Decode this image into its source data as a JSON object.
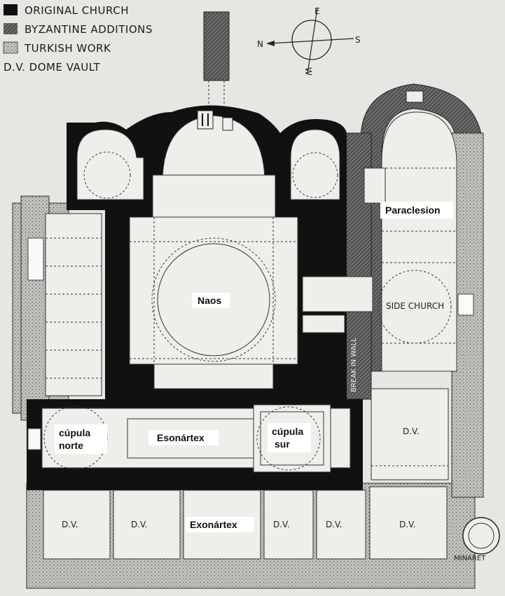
{
  "legend": {
    "original": "ORIGINAL CHURCH",
    "byzantine": "BYZANTINE ADDITIONS",
    "turkish": "TURKISH WORK",
    "dome_vault": "D.V. DOME VAULT"
  },
  "compass": {
    "n": "N",
    "s": "S",
    "e": "E",
    "w": "W"
  },
  "labels": {
    "paraclesion": "Paraclesion",
    "naos": "Naos",
    "side_church": "SIDE CHURCH",
    "break_in_wall": "BREAK IN WALL",
    "cupula_norte": [
      "cúpula",
      "norte"
    ],
    "esonartex": "Esonártex",
    "cupula_sur": [
      "cúpula",
      "sur"
    ],
    "exonartex": "Exonártex",
    "minaret": "MINARET",
    "dv": "D.V."
  },
  "colors": {
    "background": "#e6e6e3",
    "original_church": "#111111",
    "byzantine_additions": "#5a5a5a",
    "turkish_work": "#bdbdb8",
    "floor": "#eeeeea",
    "label_box": "#ffffff"
  }
}
